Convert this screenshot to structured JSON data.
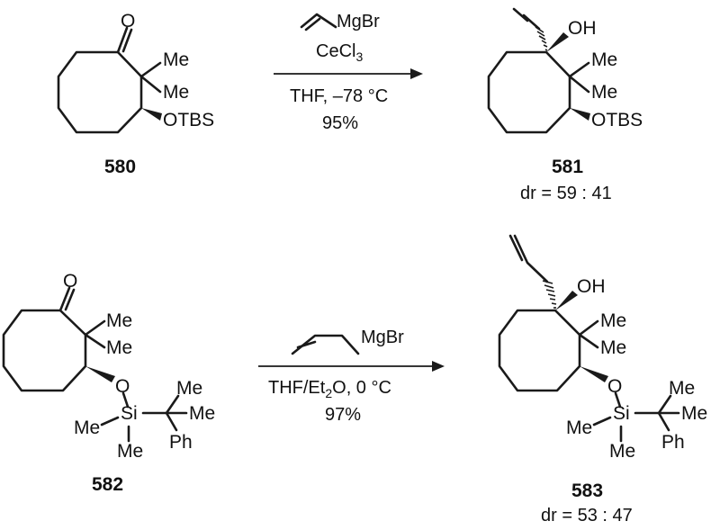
{
  "reactions": [
    {
      "reactant": {
        "number": "580",
        "ketone_o": "O",
        "me_upper": "Me",
        "me_lower": "Me",
        "protecting_group": "OTBS"
      },
      "reagent": {
        "mg": "MgBr",
        "ce_main": "CeCl",
        "ce_sub": "3"
      },
      "conditions": {
        "line1": "THF, –78 °C",
        "line2": "95%"
      },
      "product": {
        "number": "581",
        "dr": "dr = 59 : 41",
        "oh": "OH",
        "me_upper": "Me",
        "me_lower": "Me",
        "protecting_group": "OTBS"
      }
    },
    {
      "reactant": {
        "number": "582",
        "ketone_o": "O",
        "me_upper": "Me",
        "me_lower": "Me",
        "o": "O",
        "si": "Si",
        "me_si_left": "Me",
        "me_si_bottom": "Me",
        "me_cq_top": "Me",
        "me_cq_right": "Me",
        "ph": "Ph"
      },
      "reagent": {
        "mg": "MgBr"
      },
      "conditions": {
        "line1_pre": "THF/Et",
        "line1_sub": "2",
        "line1_post": "O, 0 °C",
        "line2": "97%"
      },
      "product": {
        "number": "583",
        "dr": "dr = 53 : 47",
        "oh": "OH",
        "me_upper": "Me",
        "me_lower": "Me",
        "o": "O",
        "si": "Si",
        "me_si_left": "Me",
        "me_si_bottom": "Me",
        "me_cq_top": "Me",
        "me_cq_right": "Me",
        "ph": "Ph"
      }
    }
  ]
}
